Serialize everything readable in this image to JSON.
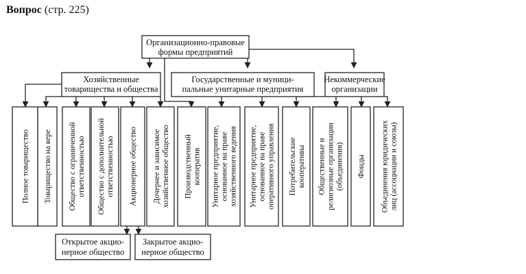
{
  "heading": {
    "bold": "Вопрос",
    "rest": " (стр. 225)"
  },
  "root": {
    "lines": [
      "Организационно-правовые",
      "формы предприятий"
    ]
  },
  "groups": [
    {
      "id": "commercial",
      "lines": [
        "Хозяйственные",
        "товарищества и общества"
      ]
    },
    {
      "id": "state",
      "lines": [
        "Государственные и муници-",
        "пальные унитарные предприятия"
      ]
    },
    {
      "id": "noncommercial",
      "lines": [
        "Некоммерческие",
        "организации"
      ]
    }
  ],
  "leaves": [
    {
      "id": "full-partnership",
      "lines": [
        "Полное товарищество"
      ]
    },
    {
      "id": "limited-partnership",
      "lines": [
        "Товарищество на вере"
      ]
    },
    {
      "id": "llc",
      "lines": [
        "Общество с ограниченной",
        "ответственностью"
      ]
    },
    {
      "id": "alc",
      "lines": [
        "Общество с дополнительной",
        "ответственностью"
      ]
    },
    {
      "id": "jsc",
      "lines": [
        "Акционерное общество"
      ]
    },
    {
      "id": "subsidiary",
      "lines": [
        "Дочернее и зависимое",
        "хозяйственное общество"
      ]
    },
    {
      "id": "production-coop",
      "lines": [
        "Производственный",
        "кооператив"
      ]
    },
    {
      "id": "unitary-economic",
      "lines": [
        "Унитарное предприятие,",
        "основанное на праве",
        "хозяйственного ведения"
      ]
    },
    {
      "id": "unitary-operational",
      "lines": [
        "Унитарное предприятие,",
        "основанное на праве",
        "оперативного управления"
      ]
    },
    {
      "id": "consumer-coop",
      "lines": [
        "Потребительские",
        "кооперативы"
      ]
    },
    {
      "id": "public-religious",
      "lines": [
        "Общественные и",
        "религиозные организации",
        "(объединения)"
      ]
    },
    {
      "id": "funds",
      "lines": [
        "Фонды"
      ]
    },
    {
      "id": "associations",
      "lines": [
        "Объединения юридических",
        "лиц (ассоциации и союзы)"
      ]
    }
  ],
  "subleaves": [
    {
      "id": "open-jsc",
      "lines": [
        "Открытое акцио-",
        "нерное общество"
      ]
    },
    {
      "id": "closed-jsc",
      "lines": [
        "Закрытое акцио-",
        "нерное общество"
      ]
    }
  ]
}
